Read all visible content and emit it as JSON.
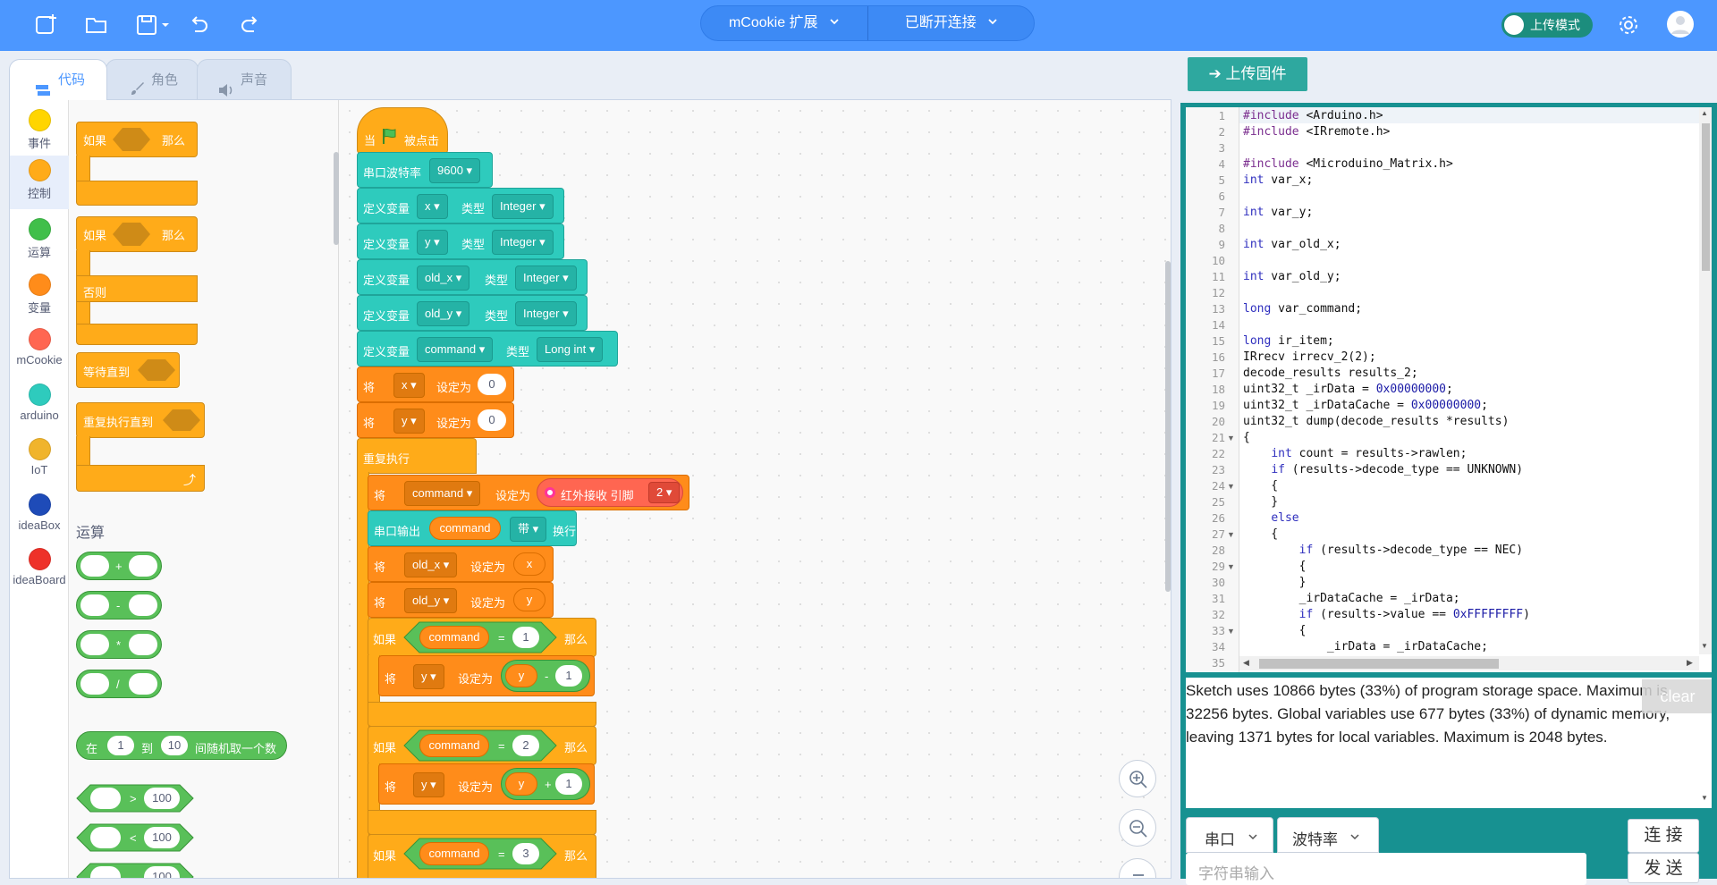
{
  "topbar": {
    "extension_label": "mCookie 扩展",
    "connection_label": "已断开连接",
    "upload_mode_label": "上传模式",
    "icons": [
      "new-file-icon",
      "open-folder-icon",
      "save-icon",
      "undo-icon",
      "redo-icon",
      "settings-gear-icon",
      "user-avatar-icon"
    ]
  },
  "tabs": [
    {
      "label": "代码",
      "active": true
    },
    {
      "label": "角色",
      "active": false
    },
    {
      "label": "声音",
      "active": false
    }
  ],
  "categories": [
    {
      "label": "事件",
      "color": "#ffd500"
    },
    {
      "label": "控制",
      "color": "#ffab19",
      "selected": true
    },
    {
      "label": "运算",
      "color": "#40bf4a"
    },
    {
      "label": "变量",
      "color": "#ff8c1a"
    },
    {
      "label": "mCookie",
      "color": "#ff6651"
    },
    {
      "label": "arduino",
      "color": "#2ecbbd"
    },
    {
      "label": "IoT",
      "color": "#f0b42c"
    },
    {
      "label": "ideaBox",
      "color": "#1e4bb8"
    },
    {
      "label": "ideaBoard",
      "color": "#ee3129"
    }
  ],
  "palette": {
    "if": "如果",
    "then": "那么",
    "else": "否则",
    "wait_until": "等待直到",
    "repeat_until": "重复执行直到",
    "operators_header": "运算",
    "plus": "+",
    "minus": "-",
    "times": "*",
    "divide": "/",
    "random_pre": "在",
    "random_mid": "到",
    "random_post": "间随机取一个数",
    "random_from": "1",
    "random_to": "10",
    "gt": ">",
    "lt": "<",
    "cmp_value": "100"
  },
  "script": {
    "when": "当",
    "clicked": "被点击",
    "baud_label": "串口波特率",
    "baud_value": "9600",
    "define_var": "定义变量",
    "type": "类型",
    "vars": [
      {
        "name": "x",
        "type": "Integer"
      },
      {
        "name": "y",
        "type": "Integer"
      },
      {
        "name": "old_x",
        "type": "Integer"
      },
      {
        "name": "old_y",
        "type": "Integer"
      },
      {
        "name": "command",
        "type": "Long int"
      }
    ],
    "set": "将",
    "set_to": "设定为",
    "zero": "0",
    "forever": "重复执行",
    "ir_receive": "红外接收 引脚",
    "ir_pin": "2",
    "serial_out": "串口输出",
    "with": "带",
    "newline": "换行",
    "if": "如果",
    "then": "那么",
    "eq": "=",
    "minus": "-",
    "plus": "+",
    "one": "1",
    "two": "2",
    "three": "3",
    "x": "x",
    "y": "y",
    "old_x": "old_x",
    "old_y": "old_y",
    "command": "command"
  },
  "right": {
    "upload_firmware": "上传固件",
    "code_lines": [
      "#include <Arduino.h>",
      "#include <IRremote.h>",
      "",
      "#include <Microduino_Matrix.h>",
      "int var_x;",
      "",
      "int var_y;",
      "",
      "int var_old_x;",
      "",
      "int var_old_y;",
      "",
      "long var_command;",
      "",
      "long ir_item;",
      "IRrecv irrecv_2(2);",
      "decode_results results_2;",
      "uint32_t _irData = 0x00000000;",
      "uint32_t _irDataCache = 0x00000000;",
      "uint32_t dump(decode_results *results)",
      "{",
      "    int count = results->rawlen;",
      "    if (results->decode_type == UNKNOWN)",
      "    {",
      "    }",
      "    else",
      "    {",
      "        if (results->decode_type == NEC)",
      "        {",
      "        }",
      "        _irDataCache = _irData;",
      "        if (results->value == 0xFFFFFFFF)",
      "        {",
      "            _irData = _irDataCache;",
      ""
    ],
    "fold_lines": [
      21,
      24,
      27,
      29,
      33
    ],
    "console_text": "Sketch uses 10866 bytes (33%) of program storage space. Maximum is 32256 bytes. Global variables use 677 bytes (33%) of dynamic memory, leaving 1371 bytes for local variables. Maximum is 2048 bytes.",
    "clear_label": "clear",
    "serial_port_label": "串口",
    "baud_rate_label": "波特率",
    "connect_label": "连 接",
    "send_label": "发 送",
    "input_placeholder": "字符串输入"
  }
}
